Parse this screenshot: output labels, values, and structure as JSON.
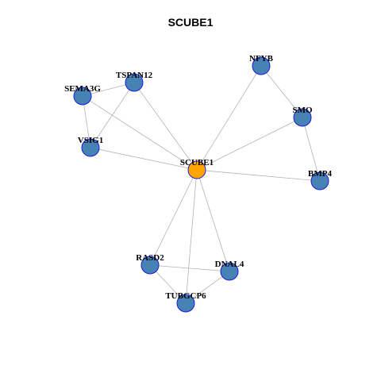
{
  "title": "SCUBE1",
  "colors": {
    "hub_fill": "#FFA500",
    "node_fill": "#4682B4",
    "node_stroke": "#1C1CD9",
    "hub_stroke": "#1C1CD9",
    "edge": "#B3B3B3"
  },
  "nodes": [
    {
      "id": "SCUBE1",
      "hub": true
    },
    {
      "id": "NFYB"
    },
    {
      "id": "TSPAN12"
    },
    {
      "id": "SEMA3G"
    },
    {
      "id": "SMO"
    },
    {
      "id": "VSIG1"
    },
    {
      "id": "BMP4"
    },
    {
      "id": "RASD2"
    },
    {
      "id": "DNAL4"
    },
    {
      "id": "TUBGCP6"
    }
  ],
  "edges": [
    [
      "SCUBE1",
      "NFYB"
    ],
    [
      "SCUBE1",
      "SMO"
    ],
    [
      "SCUBE1",
      "BMP4"
    ],
    [
      "SCUBE1",
      "TSPAN12"
    ],
    [
      "SCUBE1",
      "SEMA3G"
    ],
    [
      "SCUBE1",
      "VSIG1"
    ],
    [
      "SCUBE1",
      "RASD2"
    ],
    [
      "SCUBE1",
      "DNAL4"
    ],
    [
      "SCUBE1",
      "TUBGCP6"
    ],
    [
      "NFYB",
      "SMO"
    ],
    [
      "SMO",
      "BMP4"
    ],
    [
      "TSPAN12",
      "SEMA3G"
    ],
    [
      "TSPAN12",
      "VSIG1"
    ],
    [
      "SEMA3G",
      "VSIG1"
    ],
    [
      "RASD2",
      "DNAL4"
    ],
    [
      "RASD2",
      "TUBGCP6"
    ],
    [
      "DNAL4",
      "TUBGCP6"
    ]
  ]
}
